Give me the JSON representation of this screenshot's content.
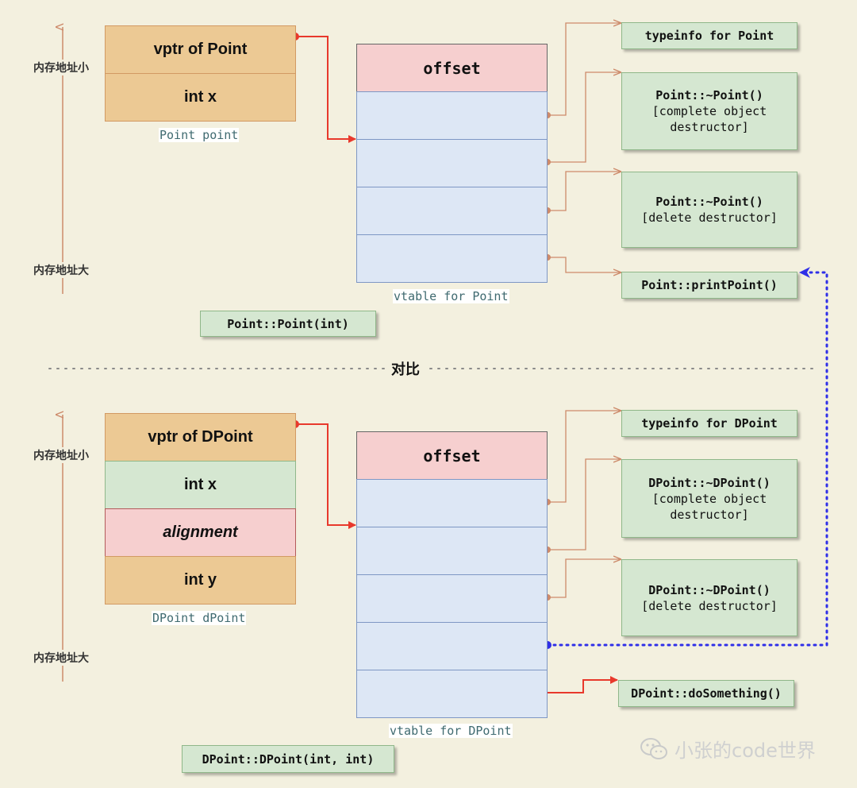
{
  "side_labels": {
    "low_address": "内存地址小",
    "high_address": "内存地址大"
  },
  "point_object": {
    "cells": [
      "vptr of Point",
      "int x"
    ],
    "caption": "Point point"
  },
  "point_vtable": {
    "offset_label": "offset",
    "caption": "vtable for Point"
  },
  "point_functions": {
    "typeinfo": "typeinfo for Point",
    "complete_dtor": [
      "Point::~Point()",
      "[complete object",
      "destructor]"
    ],
    "delete_dtor": [
      "Point::~Point()",
      "[delete destructor]"
    ],
    "print": "Point::printPoint()",
    "ctor": "Point::Point(int)"
  },
  "divider_label": "对比",
  "dpoint_object": {
    "cells": [
      "vptr of DPoint",
      "int x",
      "alignment",
      "int y"
    ],
    "caption": "DPoint dPoint"
  },
  "dpoint_vtable": {
    "offset_label": "offset",
    "caption": "vtable for DPoint"
  },
  "dpoint_functions": {
    "typeinfo": "typeinfo for DPoint",
    "complete_dtor": [
      "DPoint::~DPoint()",
      "[complete object",
      "destructor]"
    ],
    "delete_dtor": [
      "DPoint::~DPoint()",
      "[delete destructor]"
    ],
    "do_something": "DPoint::doSomething()",
    "ctor": "DPoint::DPoint(int, int)"
  },
  "watermark": "小张的code世界",
  "colors": {
    "background": "#f3f0df",
    "pointer_arrow": "#e8392c",
    "slot_link": "#cd8a6a",
    "inherited_link": "#2f2fe8",
    "address_axis": "#cd8a6a"
  }
}
